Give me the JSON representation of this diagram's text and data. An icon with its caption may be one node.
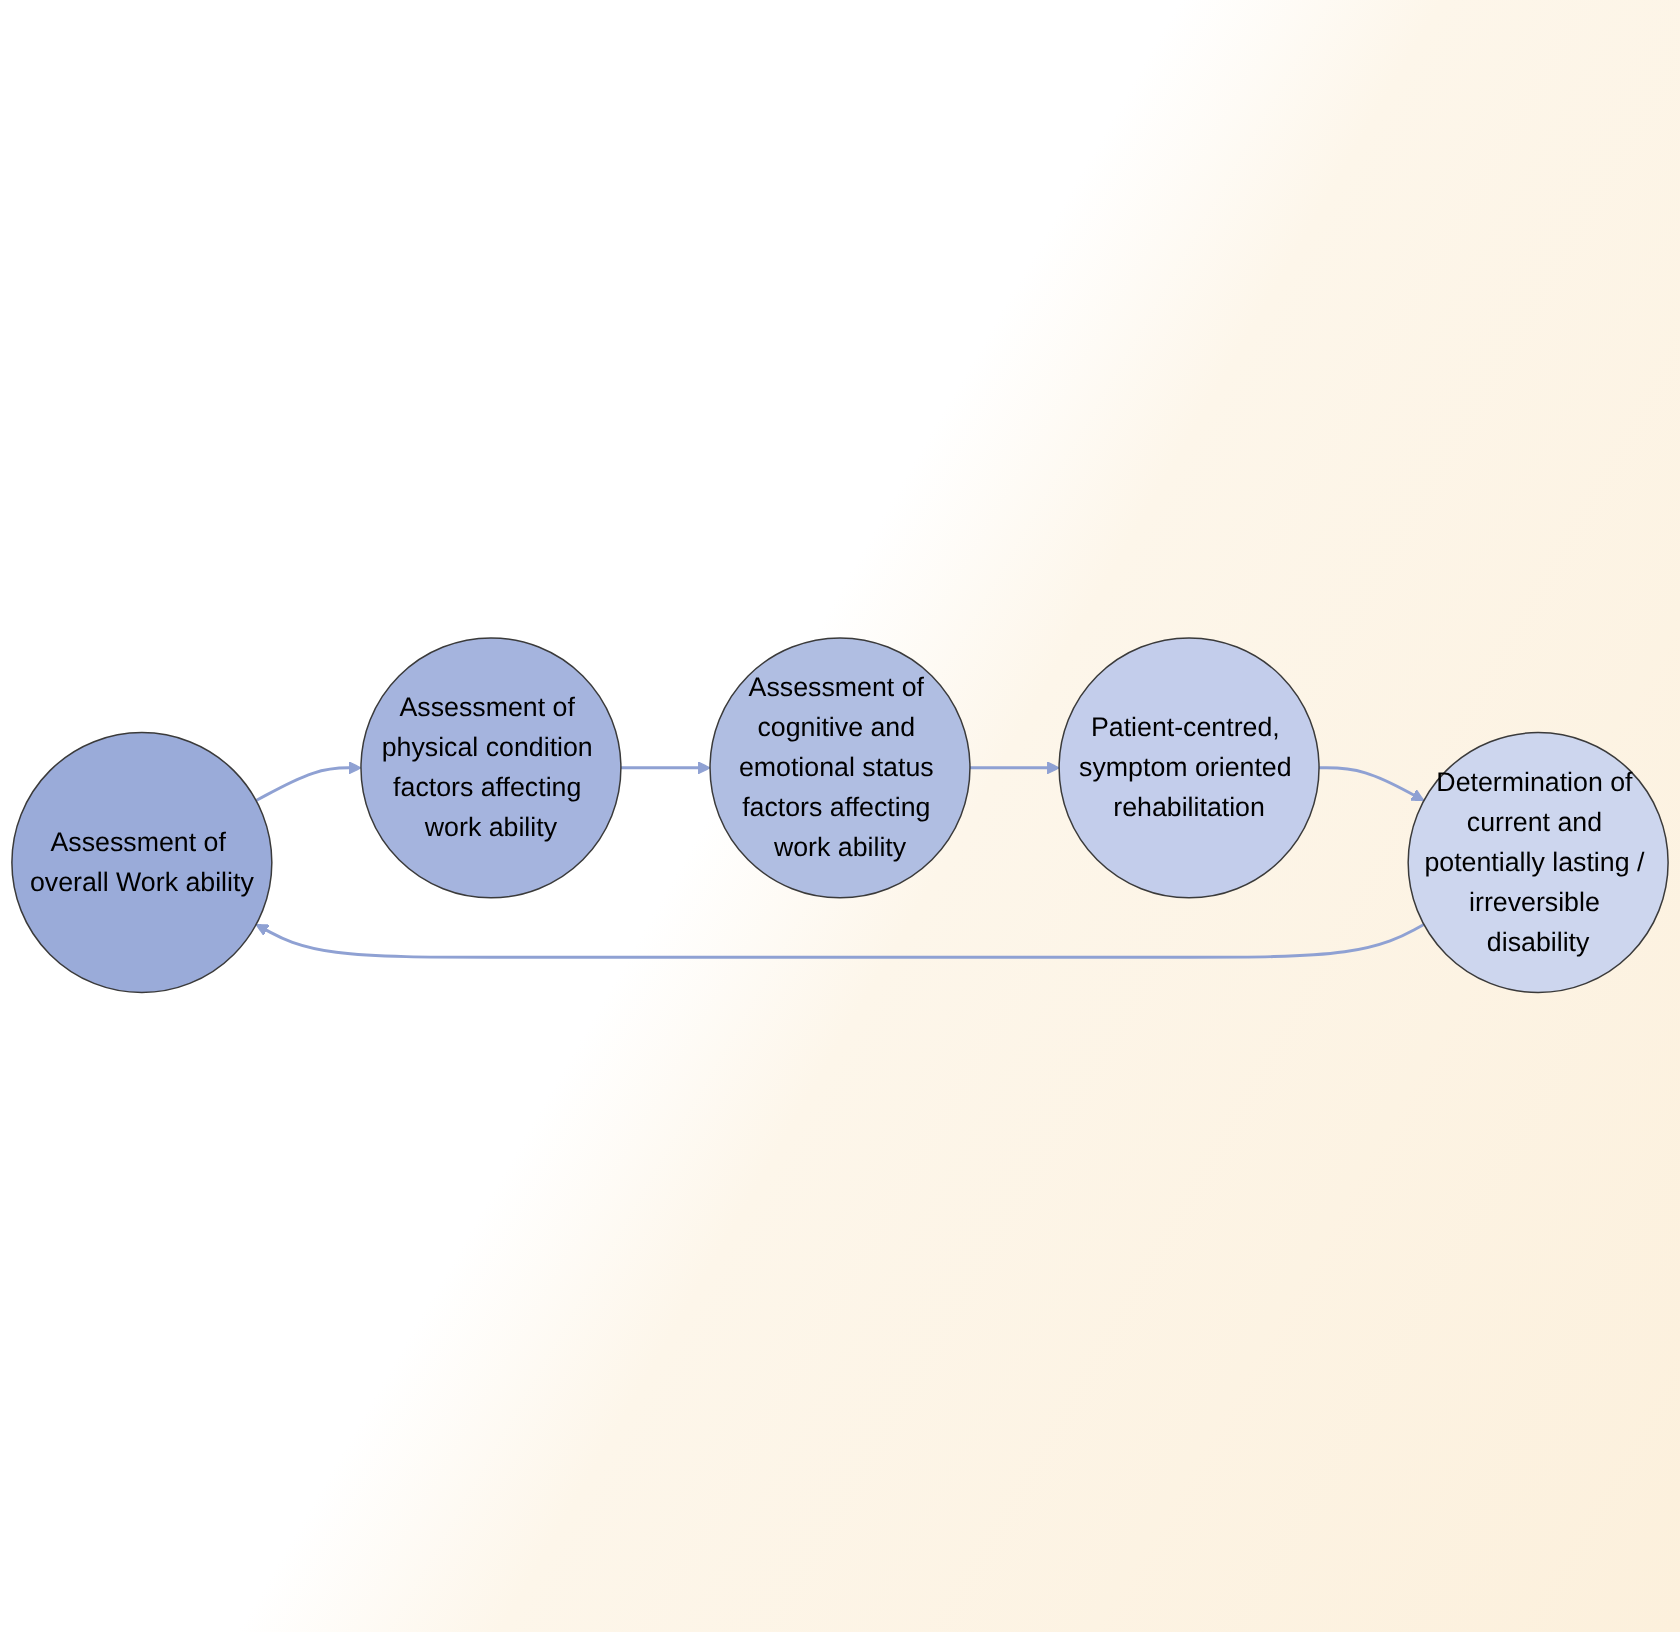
{
  "diagram": {
    "nodes": [
      {
        "text": [
          "Assessment of overall Work ability"
        ]
      },
      {
        "text": [
          "Assessment of physical condition factors affecting work ability"
        ]
      },
      {
        "text": [
          "Assessment of cognitive and emotional status factors affecting work ability"
        ]
      },
      {
        "text": [
          "Patient-centred, symptom oriented rehabilitation"
        ]
      },
      {
        "text": [
          "Determination of current and potentially lasting / irreversible disability"
        ]
      }
    ],
    "edges": [
      {
        "from": 0,
        "to": 1,
        "arrow": "to"
      },
      {
        "from": 1,
        "to": 2,
        "arrow": "to"
      },
      {
        "from": 2,
        "to": 3,
        "arrow": "to"
      },
      {
        "from": 3,
        "to": 4,
        "arrow": "to"
      },
      {
        "from": 4,
        "to": 0,
        "arrow": "to"
      }
    ]
  }
}
